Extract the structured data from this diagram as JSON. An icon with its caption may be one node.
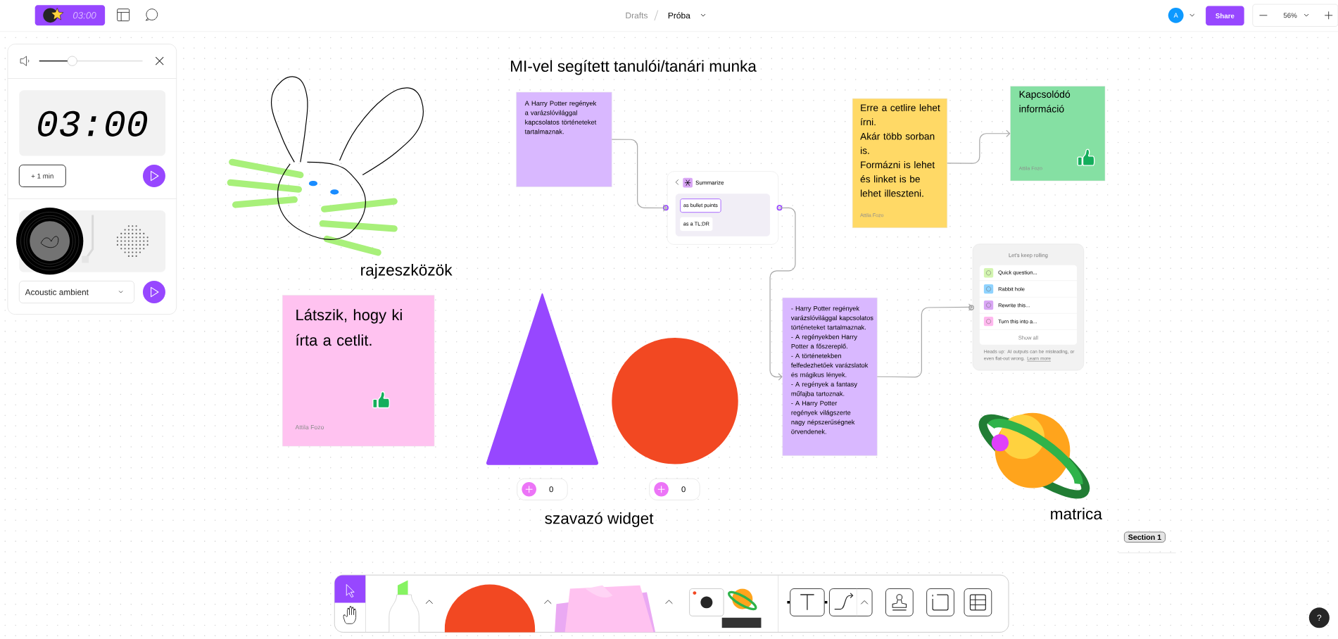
{
  "diagram": {
    "title": "MI-vel segített tanulói/tanári munka",
    "nodes": [
      {
        "text": [
          "A Harry Potter regények a varázslóvilággal kapcsolatos történeteket tartalmaznak."
        ]
      },
      {
        "text": [
          "Summarize",
          "as bullet points",
          "as a TL;DR"
        ]
      },
      {
        "text": [
          "Erre a cetlire lehet írni.",
          "Akár több sorban is.",
          "Formázni is lehet és linket is be lehet illeszteni.",
          "Attila Fozo"
        ]
      },
      {
        "text": [
          "Kapcsolódó információ",
          "Attila Fozo"
        ]
      },
      {
        "text": [
          "- Harry Potter regények varázslóvilággal kapcsolatos történeteket tartalmaznak.",
          "- A regényekben Harry Potter a főszereplő.",
          "- A történetekben felfedezhetőek varázslatok és mágikus lények.",
          "- A regények a fantasy műfajba tartoznak.",
          "- A Harry Potter regények világszerte nagy népszerűségnek örvendenek."
        ]
      },
      {
        "text": [
          "Let’s keep rolling",
          "Quick question...",
          "Rabbit hole",
          "Rewrite this...",
          "Turn this into a...",
          "Show all",
          "Heads up: AI outputs can be misleading, or even flat-out wrong.",
          "Learn more"
        ]
      },
      {
        "text": [
          "Látszik, hogy ki írta a cetlit.",
          "Attila Fozo"
        ]
      },
      {
        "text": [],
        "shape": "triangle"
      },
      {
        "text": [],
        "shape": "circle"
      }
    ],
    "edges": [
      {
        "from": 0,
        "to": 1,
        "arrow": "to"
      },
      {
        "from": 1,
        "to": 4,
        "arrow": "to"
      },
      {
        "from": 2,
        "to": 3,
        "arrow": "to"
      },
      {
        "from": 4,
        "to": 5,
        "arrow": "to"
      }
    ],
    "labels": [
      "03:00",
      "Drafts",
      "Próba",
      "A",
      "Share",
      "56%",
      "03:00",
      "+ 1 min",
      "Acoustic ambient",
      "rajzeszközök",
      "0",
      "0",
      "szavazó widget",
      "matrica",
      "Section 1",
      "?"
    ]
  }
}
